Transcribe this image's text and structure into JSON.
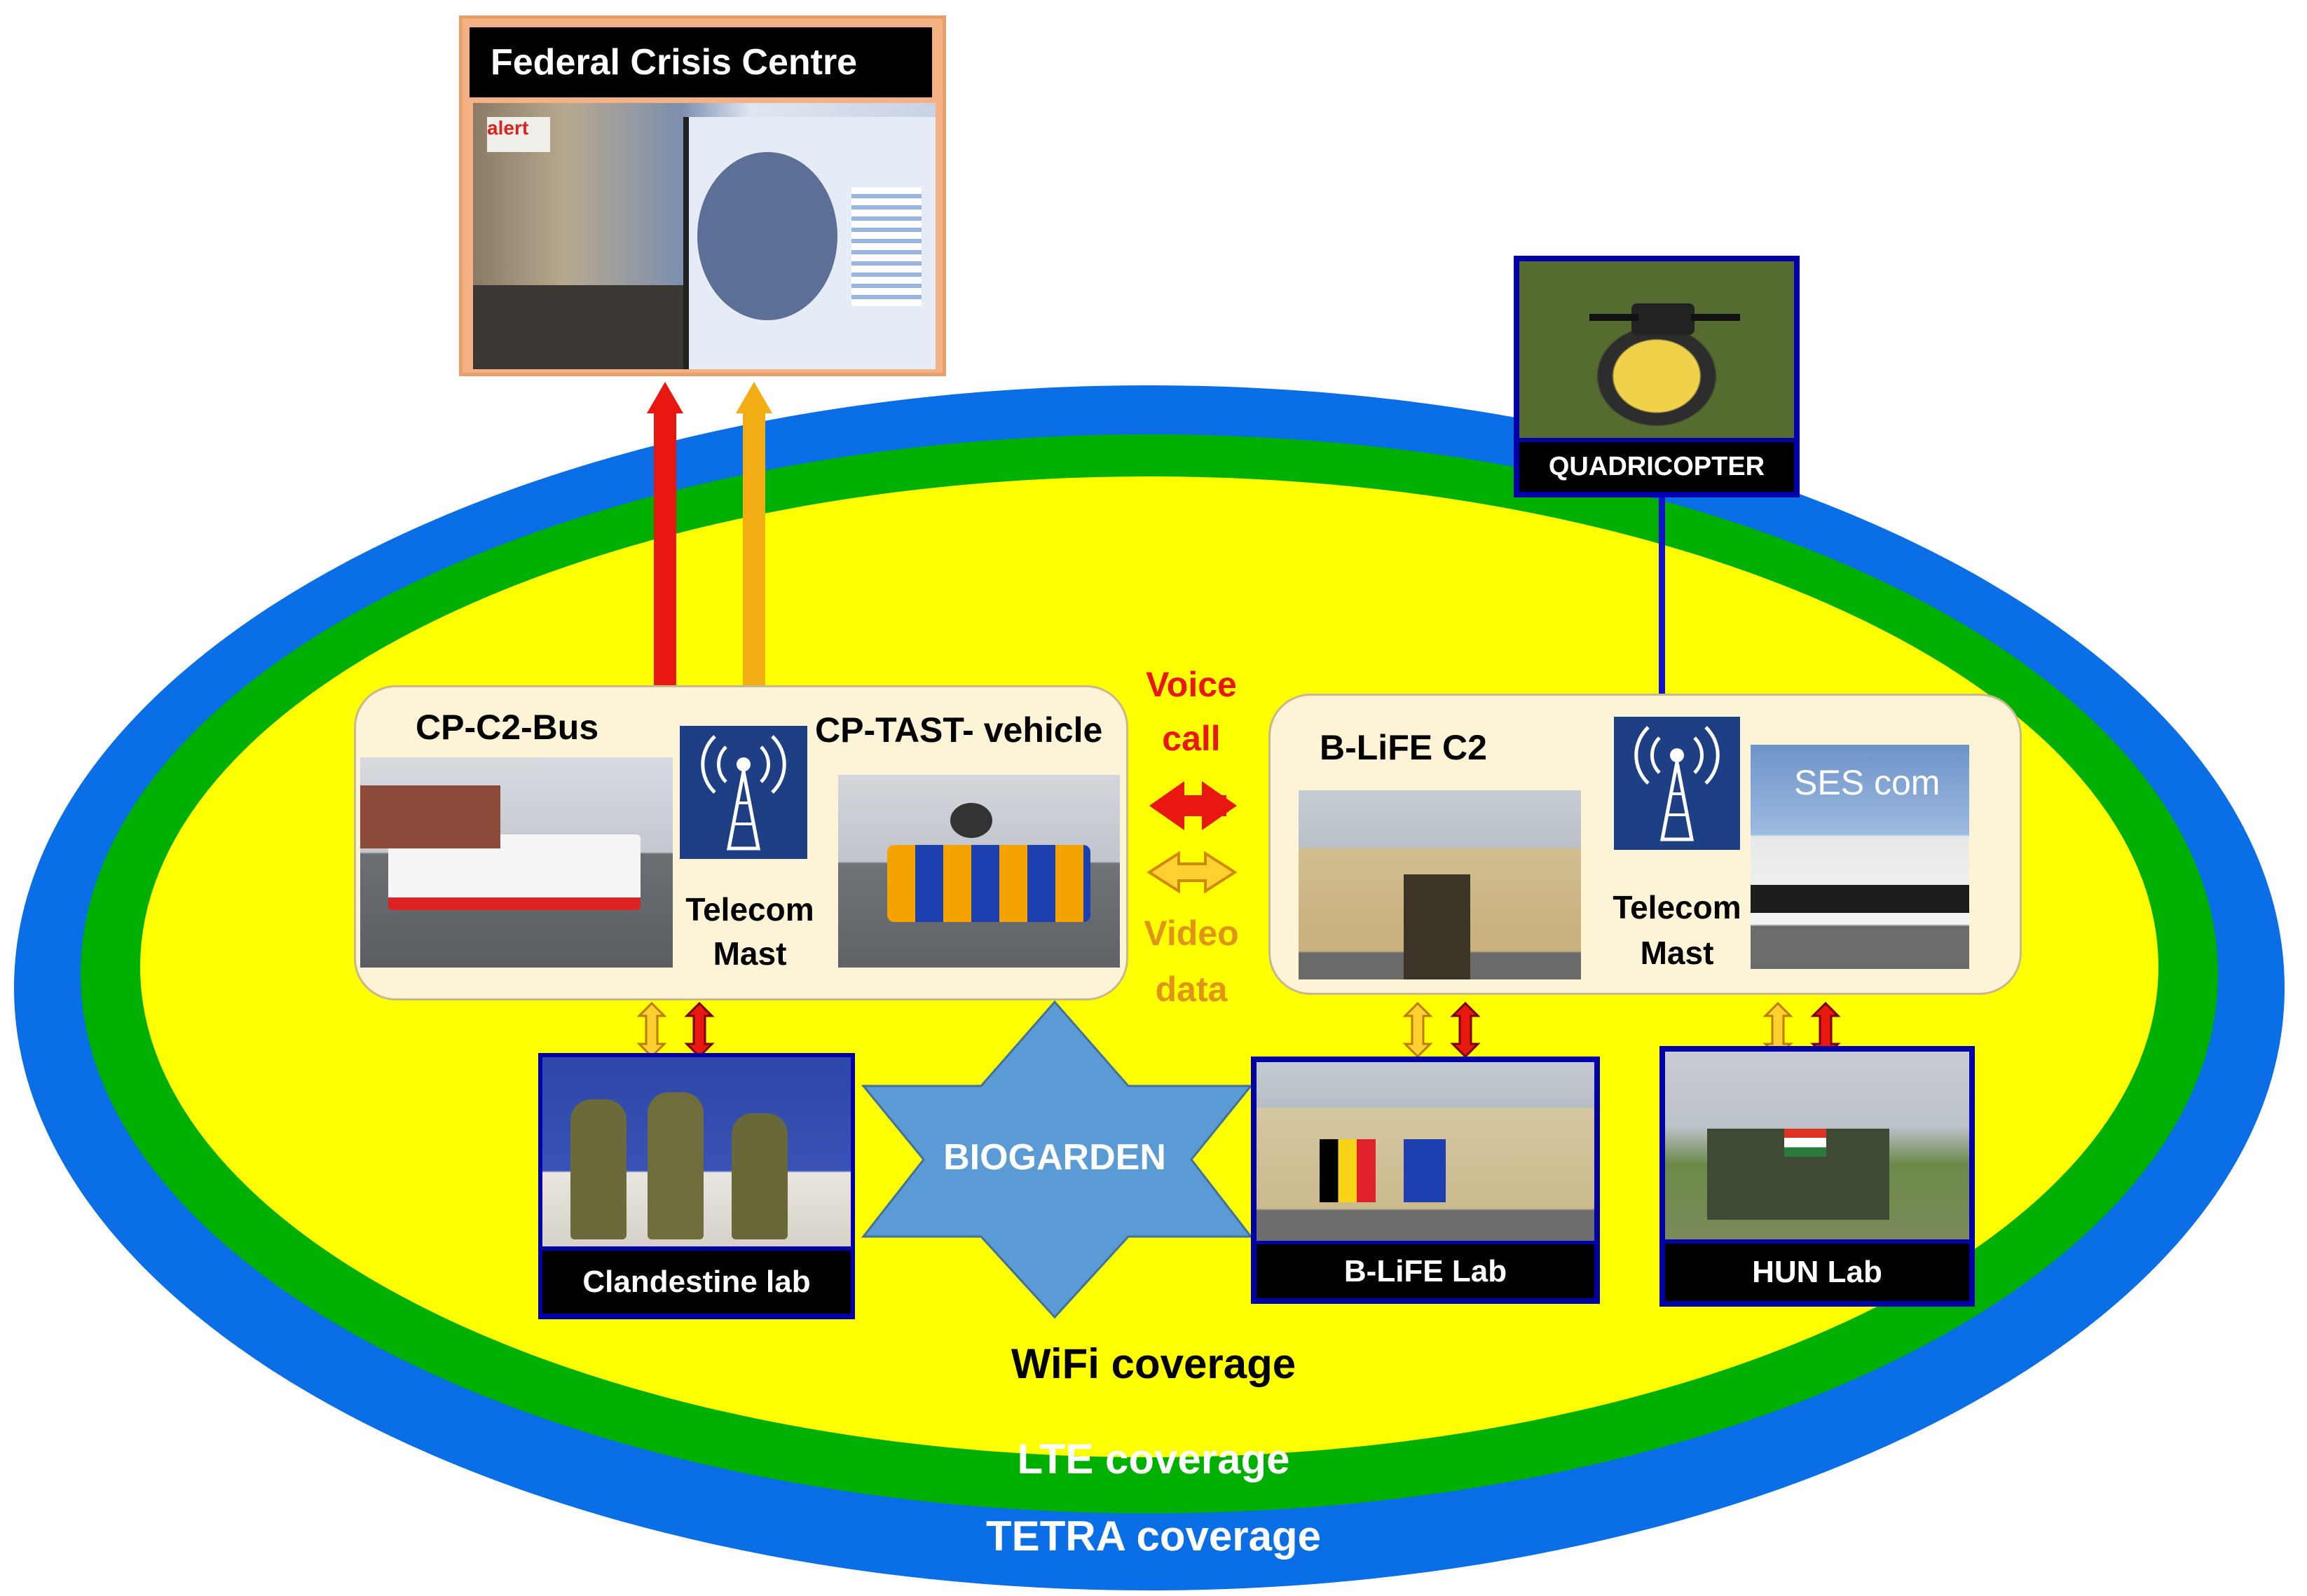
{
  "crisis_centre": {
    "title": "Federal Crisis Centre",
    "photo_text": "alert"
  },
  "quadricopter": {
    "label": "QUADRICOPTER"
  },
  "cp_group": {
    "bus_label": "CP-C2-Bus",
    "vehicle_label": "CP-TAST- vehicle",
    "mast_label_line1": "Telecom",
    "mast_label_line2": "Mast"
  },
  "blife_group": {
    "c2_label": "B-LiFE C2",
    "ses_label": "SES com",
    "mast_label_line1": "Telecom",
    "mast_label_line2": "Mast"
  },
  "links": {
    "voice_line1": "Voice",
    "voice_line2": "call",
    "video_line1": "Video",
    "video_line2": "data",
    "voice_color": "#e8170f",
    "video_color": "#f2ad14"
  },
  "labs": {
    "clandestine": "Clandestine lab",
    "blife": "B-LiFE Lab",
    "hun": "HUN Lab"
  },
  "biogarden": {
    "label": "BIOGARDEN"
  },
  "coverage": {
    "wifi": "WiFi coverage",
    "lte": "LTE coverage",
    "tetra": "TETRA coverage",
    "wifi_color": "#ffff00",
    "lte_color": "#00b000",
    "tetra_color": "#0a6ee6"
  }
}
